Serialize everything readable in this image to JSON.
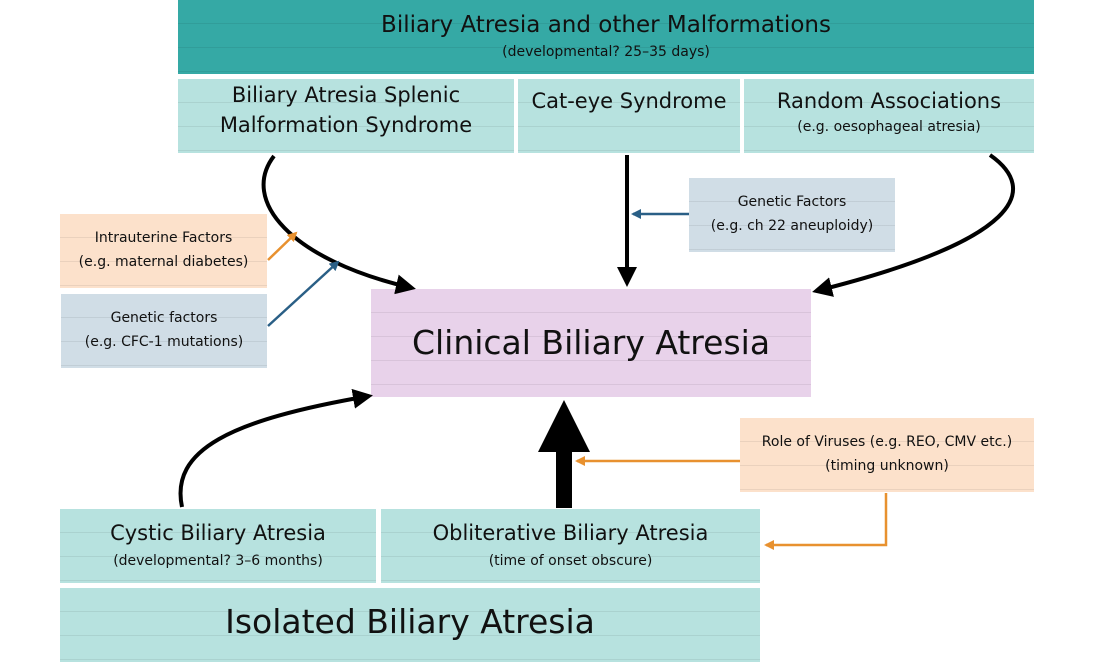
{
  "top": {
    "title": "Biliary Atresia and other Malformations",
    "subtitle": "(developmental? 25–35 days)"
  },
  "bass": {
    "line1": "Biliary Atresia Splenic",
    "line2": "Malformation Syndrome"
  },
  "cat_eye": {
    "title": "Cat-eye Syndrome"
  },
  "random": {
    "title": "Random Associations",
    "subtitle": "(e.g. oesophageal atresia)"
  },
  "genetic_right": {
    "line1": "Genetic Factors",
    "line2": "(e.g. ch 22 aneuploidy)"
  },
  "intrauterine": {
    "line1": "Intrauterine Factors",
    "line2": "(e.g. maternal diabetes)"
  },
  "genetic_left": {
    "line1": "Genetic factors",
    "line2": "(e.g. CFC-1 mutations)"
  },
  "clinical": {
    "title": "Clinical Biliary Atresia"
  },
  "viruses": {
    "line1": "Role of Viruses (e.g. REO, CMV etc.)",
    "line2": "(timing unknown)"
  },
  "cystic": {
    "title": "Cystic Biliary Atresia",
    "subtitle": "(developmental? 3–6 months)"
  },
  "obliterative": {
    "title": "Obliterative Biliary Atresia",
    "subtitle": "(time of onset obscure)"
  },
  "isolated": {
    "title": "Isolated Biliary Atresia"
  },
  "colors": {
    "teal_dark": "#35a9a5",
    "teal_light": "#b7e2df",
    "peach": "#fce1cb",
    "blue_grey": "#d0dde6",
    "lavender": "#e8d2ea",
    "orange_arrow": "#e8912f",
    "blue_arrow": "#2a5f86"
  }
}
